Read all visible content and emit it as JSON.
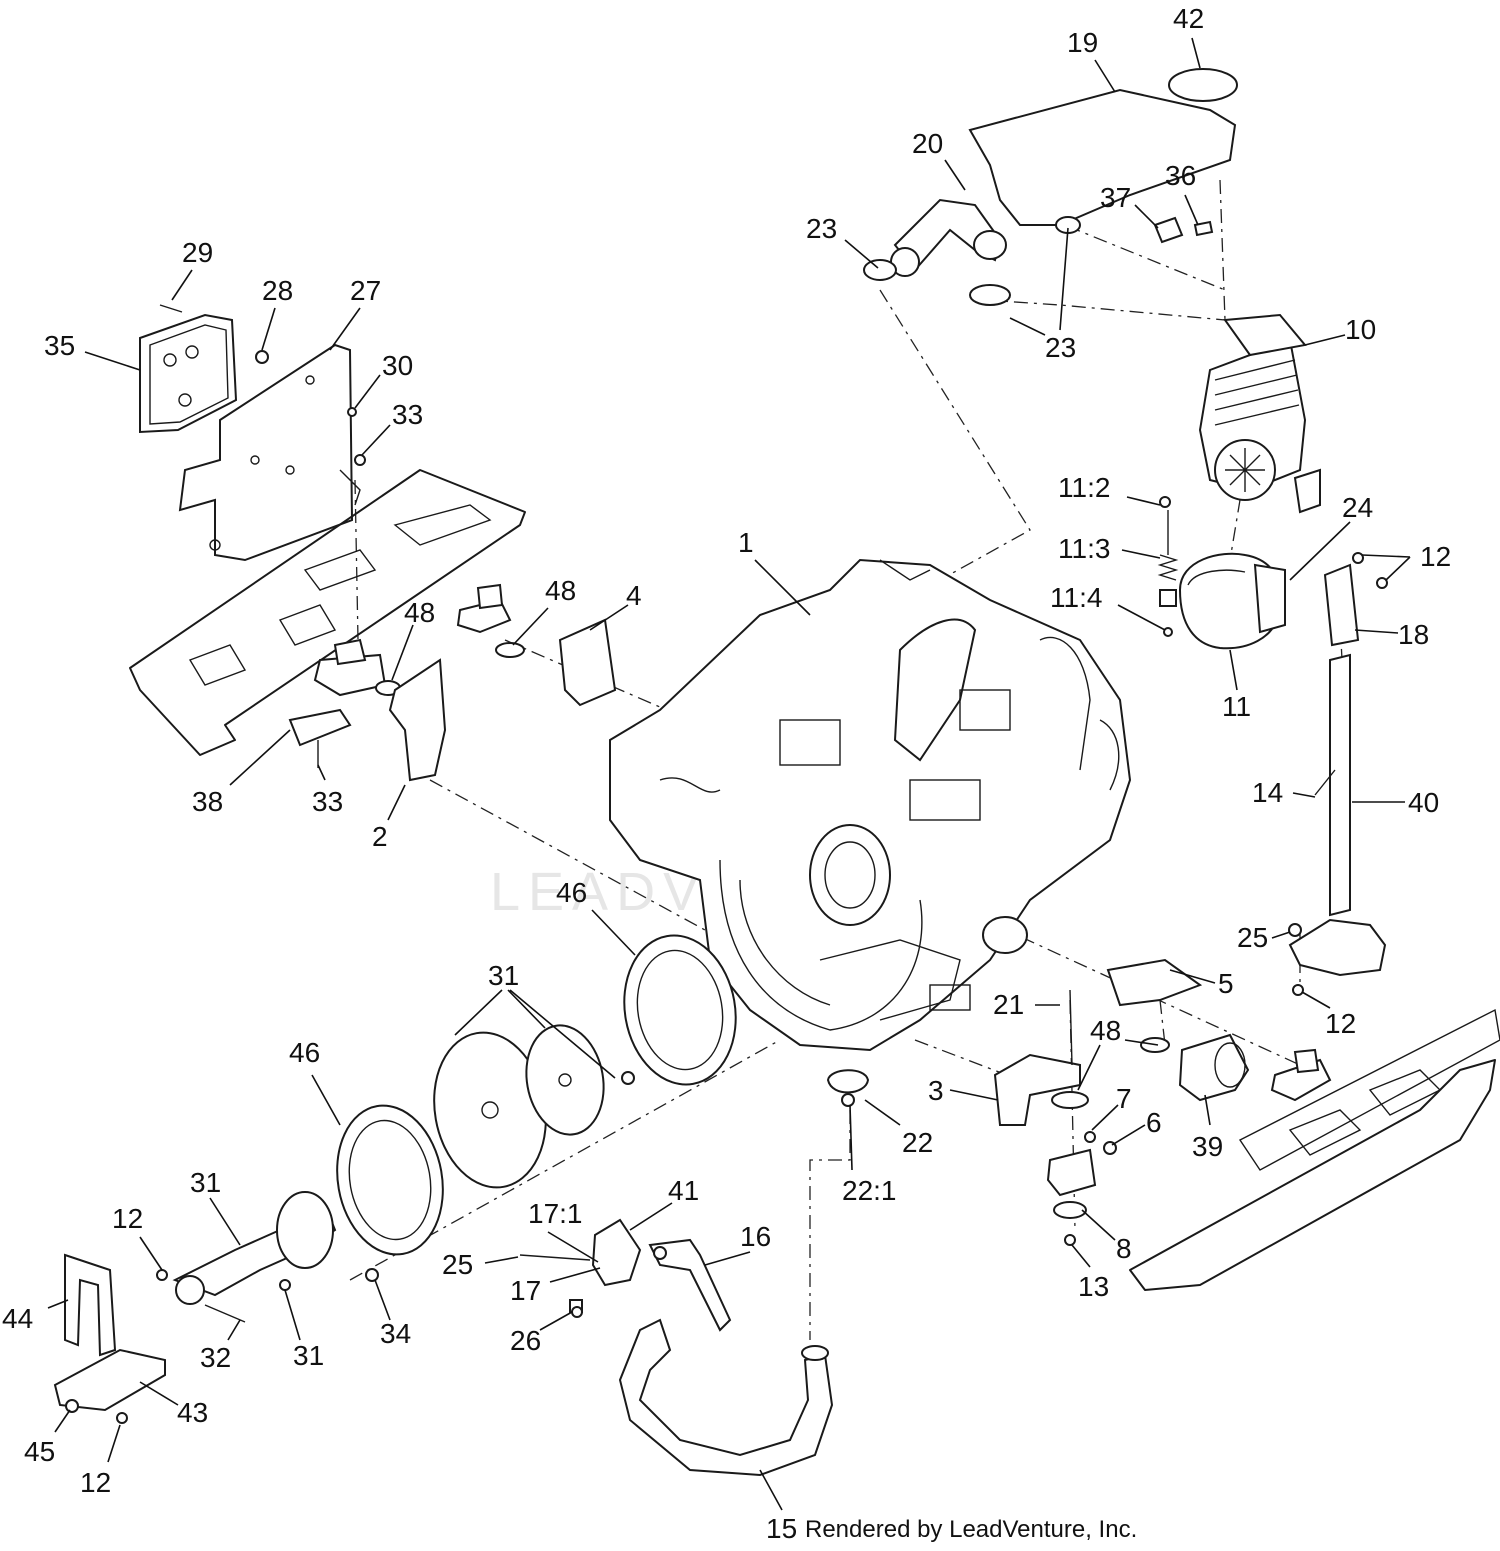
{
  "watermark": "LEADVENTURE",
  "footer": "Rendered by LeadVenture, Inc.",
  "callouts": [
    {
      "id": "c-42",
      "label": "42"
    },
    {
      "id": "c-19",
      "label": "19"
    },
    {
      "id": "c-20",
      "label": "20"
    },
    {
      "id": "c-37",
      "label": "37"
    },
    {
      "id": "c-36",
      "label": "36"
    },
    {
      "id": "c-23a",
      "label": "23"
    },
    {
      "id": "c-23b",
      "label": "23"
    },
    {
      "id": "c-10",
      "label": "10"
    },
    {
      "id": "c-29",
      "label": "29"
    },
    {
      "id": "c-28",
      "label": "28"
    },
    {
      "id": "c-27",
      "label": "27"
    },
    {
      "id": "c-35",
      "label": "35"
    },
    {
      "id": "c-30",
      "label": "30"
    },
    {
      "id": "c-33a",
      "label": "33"
    },
    {
      "id": "c-11-2",
      "label": "11:2"
    },
    {
      "id": "c-24",
      "label": "24"
    },
    {
      "id": "c-11-3",
      "label": "11:3"
    },
    {
      "id": "c-12a",
      "label": "12"
    },
    {
      "id": "c-1",
      "label": "1"
    },
    {
      "id": "c-48a",
      "label": "48"
    },
    {
      "id": "c-4",
      "label": "4"
    },
    {
      "id": "c-48b",
      "label": "48"
    },
    {
      "id": "c-11-4",
      "label": "11:4"
    },
    {
      "id": "c-18",
      "label": "18"
    },
    {
      "id": "c-11",
      "label": "11"
    },
    {
      "id": "c-38",
      "label": "38"
    },
    {
      "id": "c-33b",
      "label": "33"
    },
    {
      "id": "c-2",
      "label": "2"
    },
    {
      "id": "c-14",
      "label": "14"
    },
    {
      "id": "c-40",
      "label": "40"
    },
    {
      "id": "c-46a",
      "label": "46"
    },
    {
      "id": "c-25a",
      "label": "25"
    },
    {
      "id": "c-31a",
      "label": "31"
    },
    {
      "id": "c-5",
      "label": "5"
    },
    {
      "id": "c-21",
      "label": "21"
    },
    {
      "id": "c-12b",
      "label": "12"
    },
    {
      "id": "c-46b",
      "label": "46"
    },
    {
      "id": "c-48c",
      "label": "48"
    },
    {
      "id": "c-3",
      "label": "3"
    },
    {
      "id": "c-7",
      "label": "7"
    },
    {
      "id": "c-22",
      "label": "22"
    },
    {
      "id": "c-6",
      "label": "6"
    },
    {
      "id": "c-39",
      "label": "39"
    },
    {
      "id": "c-22-1",
      "label": "22:1"
    },
    {
      "id": "c-31b",
      "label": "31"
    },
    {
      "id": "c-41",
      "label": "41"
    },
    {
      "id": "c-12c",
      "label": "12"
    },
    {
      "id": "c-17-1",
      "label": "17:1"
    },
    {
      "id": "c-16",
      "label": "16"
    },
    {
      "id": "c-8",
      "label": "8"
    },
    {
      "id": "c-25b",
      "label": "25"
    },
    {
      "id": "c-17",
      "label": "17"
    },
    {
      "id": "c-13",
      "label": "13"
    },
    {
      "id": "c-44",
      "label": "44"
    },
    {
      "id": "c-26",
      "label": "26"
    },
    {
      "id": "c-32",
      "label": "32"
    },
    {
      "id": "c-31c",
      "label": "31"
    },
    {
      "id": "c-34",
      "label": "34"
    },
    {
      "id": "c-43",
      "label": "43"
    },
    {
      "id": "c-45",
      "label": "45"
    },
    {
      "id": "c-12d",
      "label": "12"
    },
    {
      "id": "c-15",
      "label": "15"
    }
  ]
}
